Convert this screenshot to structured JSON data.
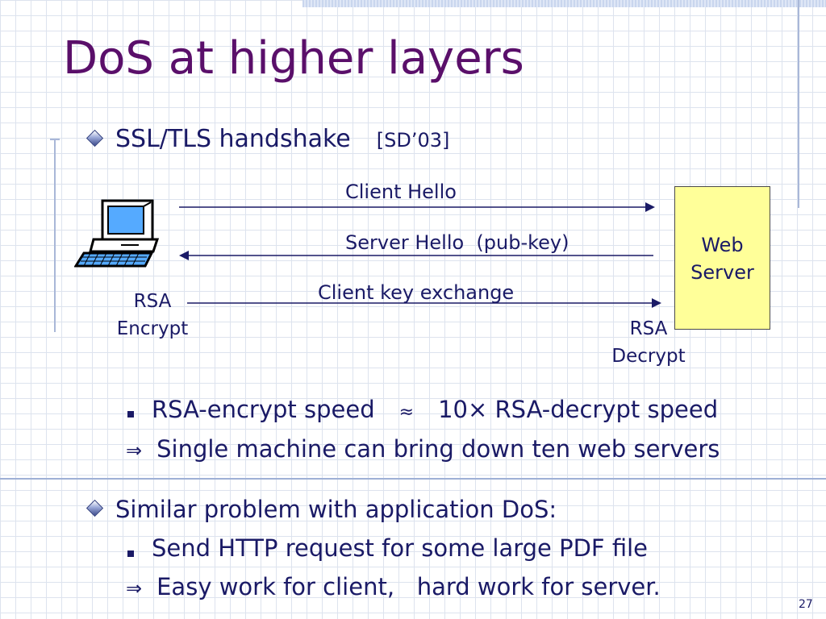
{
  "slide": {
    "title": "DoS at higher layers",
    "page_number": "27"
  },
  "bullet1": {
    "text": "SSL/TLS handshake",
    "citation": "[SD’03]"
  },
  "diagram": {
    "client_hello": "Client Hello",
    "server_hello": "Server Hello  (pub-key)",
    "client_key_exchange": "Client key exchange",
    "server_label_line1": "Web",
    "server_label_line2": "Server",
    "client_action_line1": "RSA",
    "client_action_line2": "Encrypt",
    "server_action_line1": "RSA",
    "server_action_line2": "Decrypt"
  },
  "sub1": {
    "text_a": "RSA-encrypt speed",
    "approx": "≈",
    "text_b": "10× RSA-decrypt speed"
  },
  "implies1": {
    "arrow": "⇒",
    "text": "Single machine can bring down ten web servers"
  },
  "bullet2": {
    "text": "Similar problem with application DoS:"
  },
  "sub2": {
    "text": "Send HTTP request for some large PDF file"
  },
  "implies2": {
    "arrow": "⇒",
    "text": "Easy work for client,   hard work for server."
  },
  "colors": {
    "title": "#5a0f6a",
    "body_text": "#1a1a66",
    "server_fill": "#ffff99"
  }
}
